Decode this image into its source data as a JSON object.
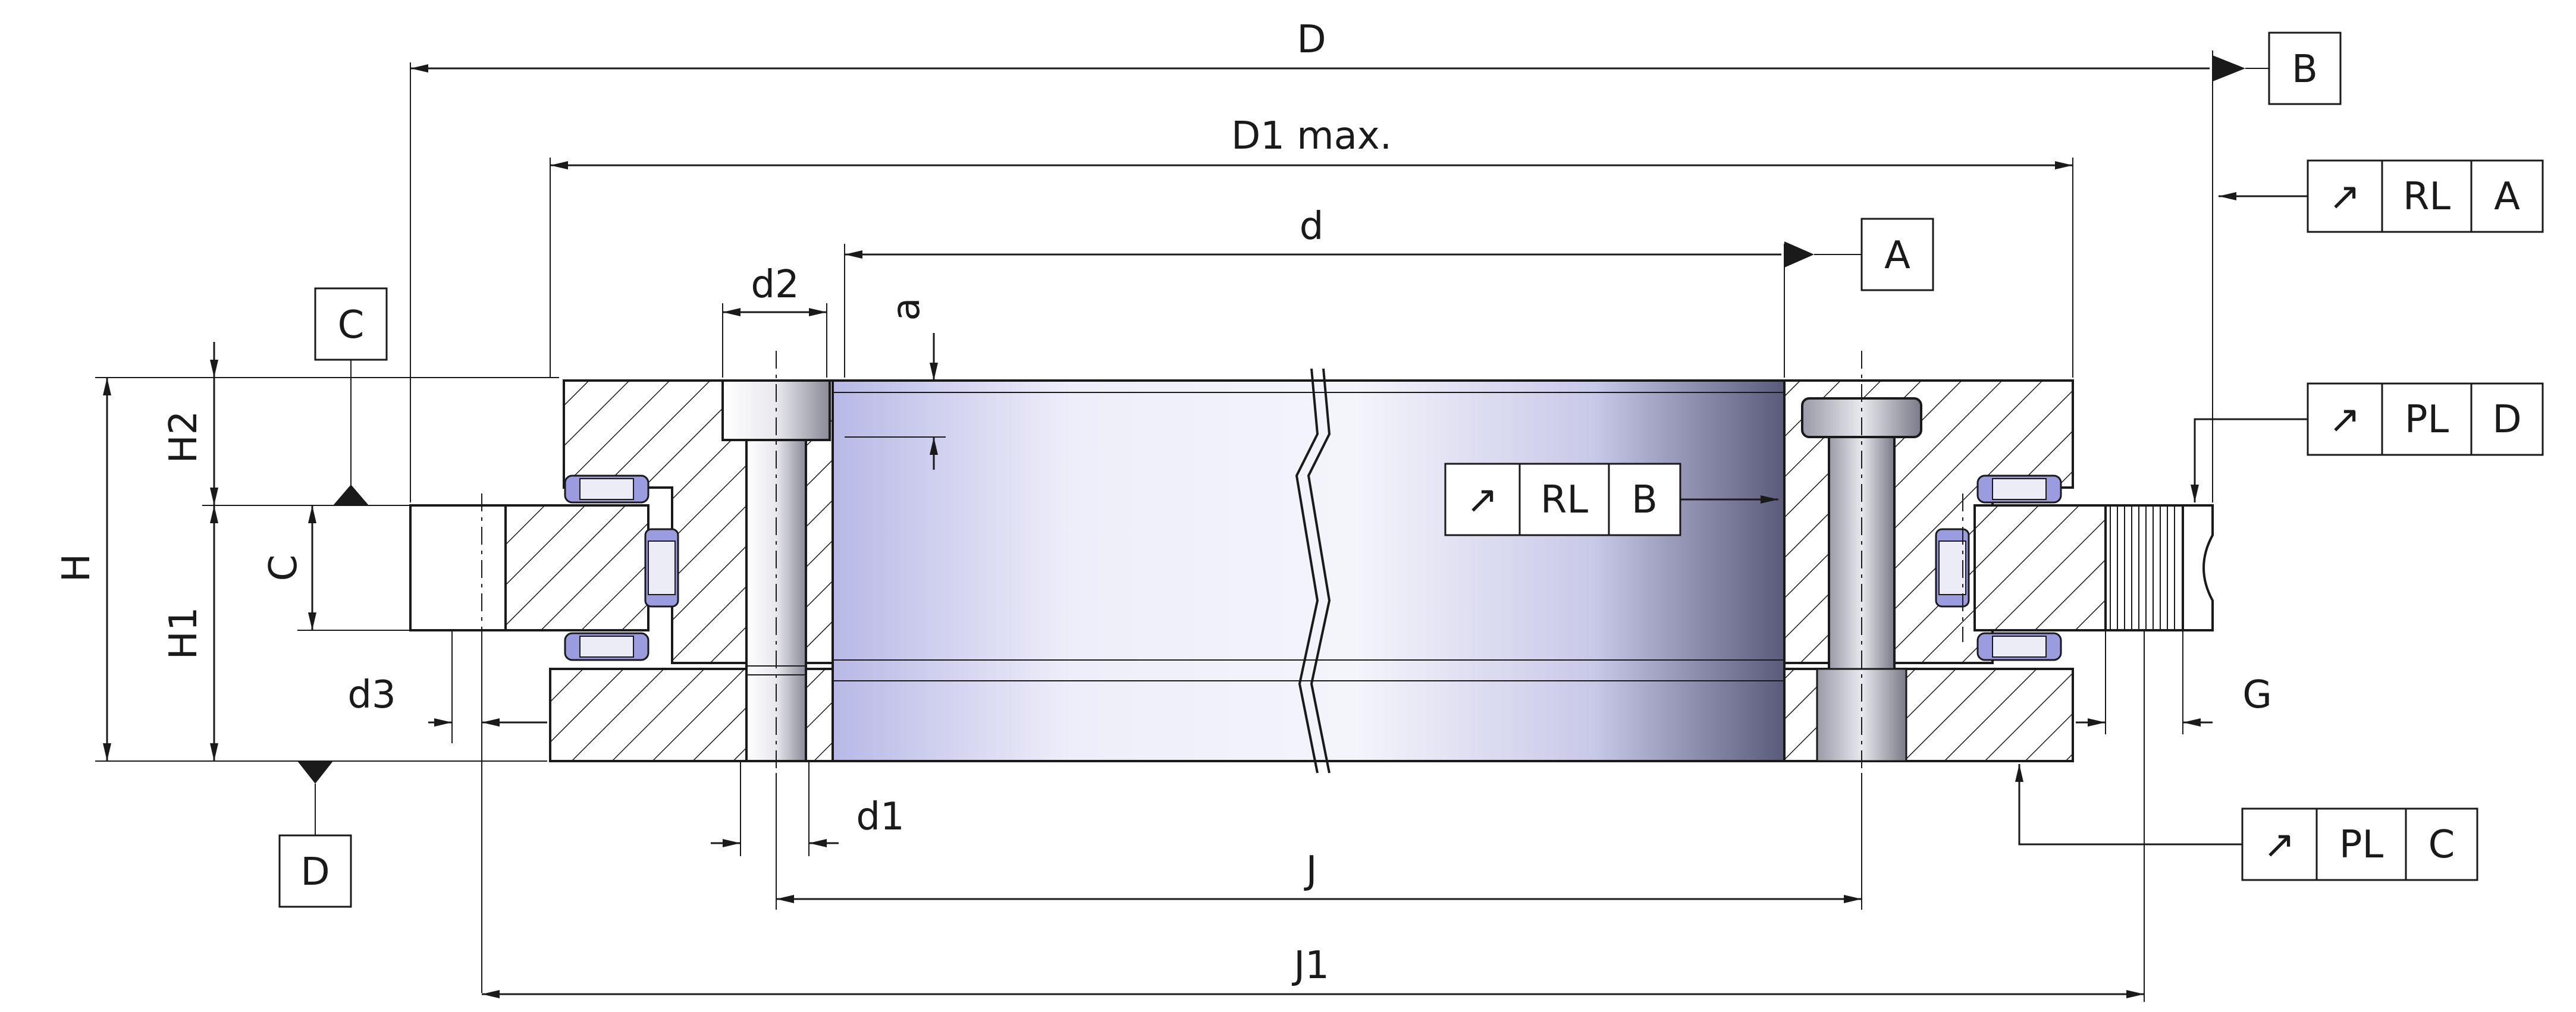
{
  "dimensions": {
    "D": "D",
    "D1": "D1 max.",
    "d": "d",
    "d1": "d1",
    "d2": "d2",
    "d3": "d3",
    "a": "a",
    "J": "J",
    "J1": "J1",
    "H": "H",
    "H1": "H1",
    "H2": "H2",
    "C": "C",
    "G": "G"
  },
  "datums": {
    "A": "A",
    "B": "B",
    "C": "C",
    "D": "D"
  },
  "tolerance_frames": [
    {
      "symbol": "↗",
      "type": "RL",
      "datum": "A"
    },
    {
      "symbol": "↗",
      "type": "PL",
      "datum": "D"
    },
    {
      "symbol": "↗",
      "type": "RL",
      "datum": "B"
    },
    {
      "symbol": "↗",
      "type": "PL",
      "datum": "C"
    }
  ]
}
